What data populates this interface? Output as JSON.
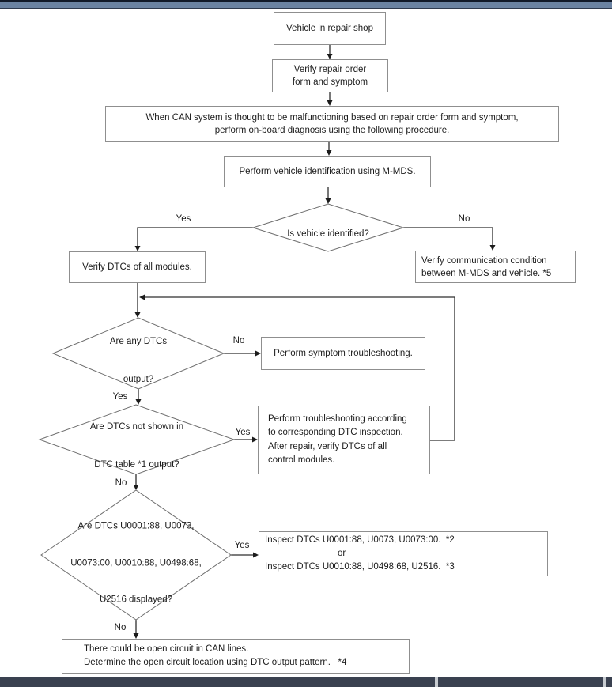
{
  "bars": {
    "top_color": "#6b83a2",
    "top_edge_color": "#121a29",
    "bottom_color": "#3a4150"
  },
  "labels": {
    "yes": "Yes",
    "no": "No"
  },
  "nodes": {
    "vehicle_in_repair_shop": {
      "lines": [
        "Vehicle in repair shop"
      ]
    },
    "verify_repair_order": {
      "lines": [
        "Verify repair order",
        "form and symptom"
      ]
    },
    "when_can_system": {
      "lines": [
        "When CAN system is thought to be malfunctioning based on repair order form and symptom,",
        "perform on-board diagnosis using the following procedure."
      ]
    },
    "perform_vehicle_identification": {
      "lines": [
        "Perform vehicle identification using M-MDS."
      ]
    },
    "is_vehicle_identified": {
      "lines": [
        "Is vehicle identified?"
      ]
    },
    "verify_dtcs_all_modules": {
      "lines": [
        "Verify DTCs of all modules."
      ]
    },
    "verify_communication_condition": {
      "lines": [
        "Verify communication condition",
        "between M-MDS and vehicle. *5"
      ]
    },
    "are_any_dtcs_output": {
      "lines": [
        "Are any DTCs",
        "output?"
      ]
    },
    "perform_symptom_troubleshooting": {
      "lines": [
        "Perform symptom troubleshooting."
      ]
    },
    "are_dtcs_not_shown": {
      "lines": [
        "Are DTCs not shown in",
        "DTC table *1 output?"
      ]
    },
    "perform_troubleshooting_dtc": {
      "lines": [
        "Perform troubleshooting according",
        "to corresponding DTC inspection.",
        "After repair, verify DTCs of all",
        "control modules."
      ]
    },
    "are_dtcs_displayed": {
      "lines": [
        "Are DTCs U0001:88, U0073,",
        "U0073:00, U0010:88, U0498:68,",
        "U2516 displayed?"
      ]
    },
    "inspect_dtcs": {
      "lines": [
        "Inspect DTCs U0001:88, U0073, U0073:00.  *2",
        "or",
        "Inspect DTCs U0010:88, U0498:68, U2516.  *3"
      ]
    },
    "open_circuit": {
      "lines": [
        "There could be open circuit in CAN lines.",
        "Determine the open circuit location using DTC output pattern.   *4"
      ]
    }
  }
}
